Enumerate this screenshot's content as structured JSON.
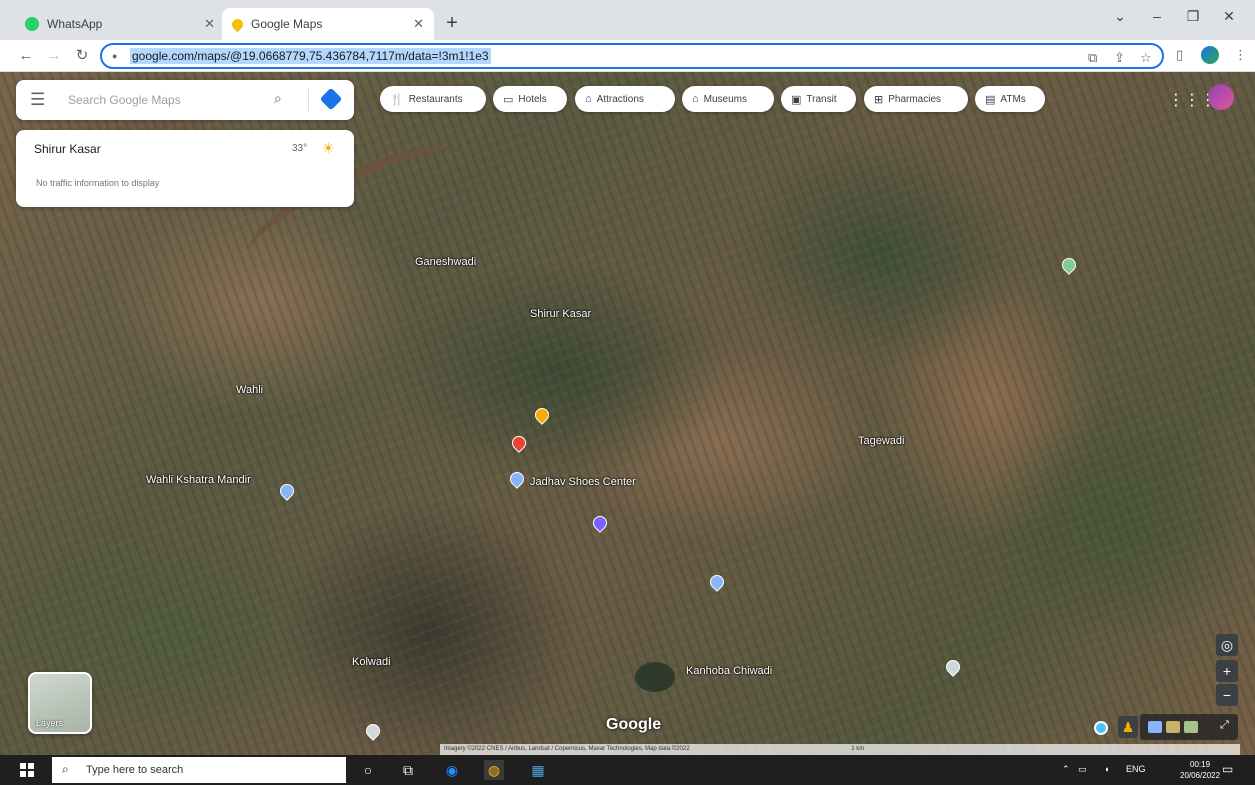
{
  "browser": {
    "tabs": [
      {
        "title": "WhatsApp",
        "favicon_color": "#25d366",
        "active": false
      },
      {
        "title": "Google Maps",
        "favicon_color": "#fbbc04",
        "active": true
      }
    ],
    "new_tab_label": "+",
    "address": "google.com/maps/@19.0668779,75.436784,7117m/data=!3m1!1e3"
  },
  "maps": {
    "search_placeholder": "Search Google Maps",
    "info_card": {
      "place": "Shirur Kasar",
      "temperature": "33°",
      "traffic_message": "No traffic information to display"
    },
    "chips": [
      {
        "label": "Restaurants",
        "icon": "fork-knife-icon"
      },
      {
        "label": "Hotels",
        "icon": "bed-icon"
      },
      {
        "label": "Attractions",
        "icon": "attractions-icon"
      },
      {
        "label": "Museums",
        "icon": "museum-icon"
      },
      {
        "label": "Transit",
        "icon": "transit-icon"
      },
      {
        "label": "Pharmacies",
        "icon": "pharmacy-icon"
      },
      {
        "label": "ATMs",
        "icon": "atm-icon"
      }
    ],
    "labels": [
      {
        "text": "Shirur Kasar"
      },
      {
        "text": "Wahli"
      },
      {
        "text": "Kolwadi"
      },
      {
        "text": "Tagewadi"
      },
      {
        "text": "Ganeshwadi"
      },
      {
        "text": "Wahli Kshatra Mandir"
      },
      {
        "text": "Jadhav Shoes Center"
      },
      {
        "text": "Kanhoba Chiwadi"
      }
    ],
    "layers_label": "Layers",
    "google_logo": "Google",
    "attribution": "Imagery ©2022 CNES / Airbus, Landsat / Copernicus, Maxar Technologies, Map data ©2022",
    "scale": "1 km"
  },
  "taskbar": {
    "search_placeholder": "Type here to search",
    "language": "ENG",
    "time": "00:19",
    "date": "20/06/2022"
  }
}
